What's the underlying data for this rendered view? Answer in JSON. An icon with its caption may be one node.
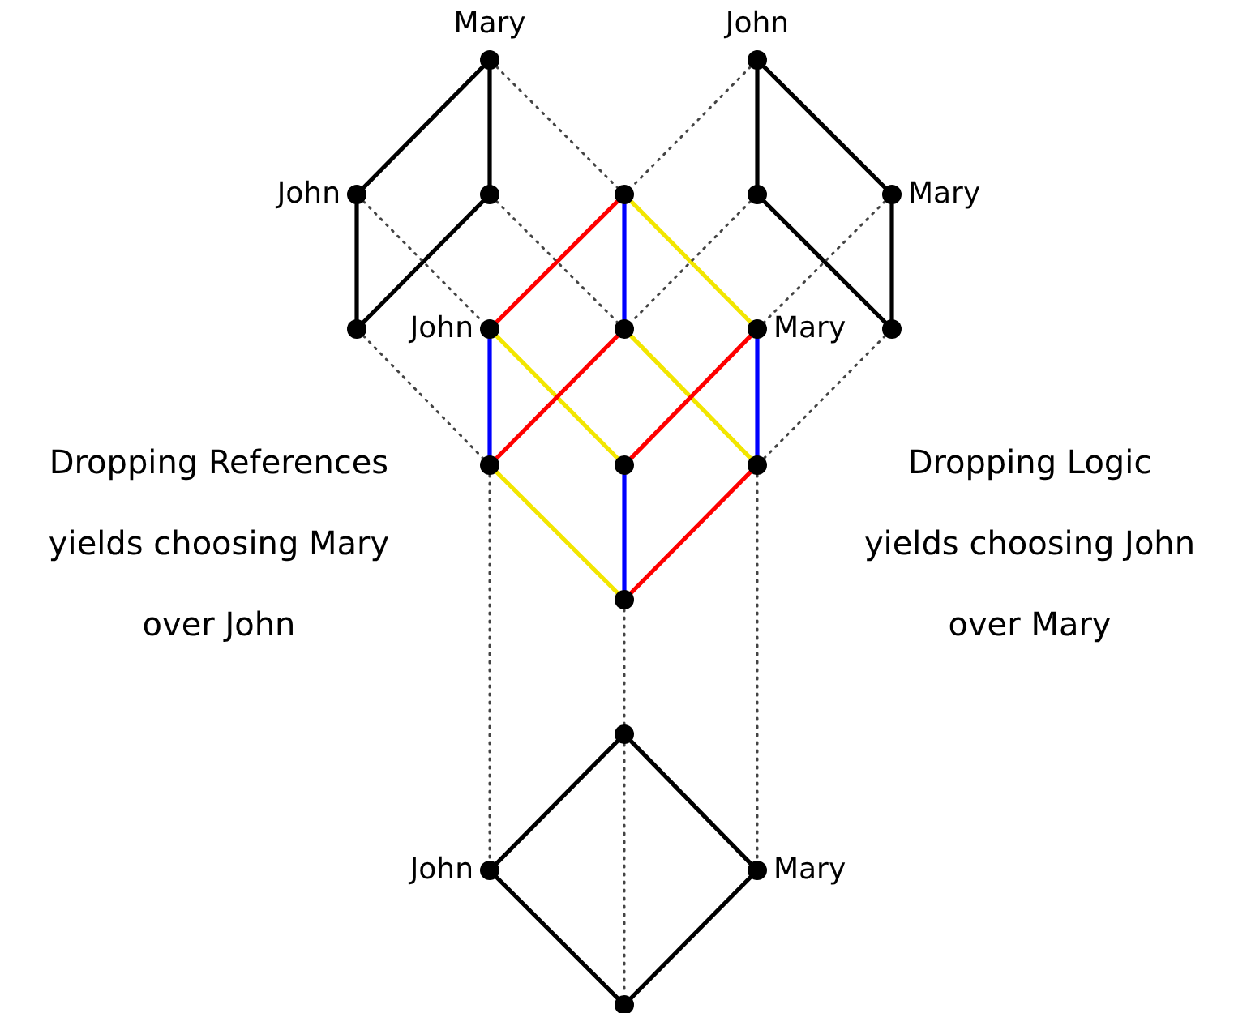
{
  "diagram": {
    "nodes": [
      {
        "text": [],
        "shape": "circle",
        "beside": [
          "Mary"
        ]
      },
      {
        "text": [],
        "shape": "circle",
        "beside": [
          "John"
        ]
      },
      {
        "text": [],
        "shape": "circle",
        "beside": [
          "John"
        ]
      },
      {
        "text": [],
        "shape": "circle"
      },
      {
        "text": [],
        "shape": "circle"
      },
      {
        "text": [],
        "shape": "circle"
      },
      {
        "text": [],
        "shape": "circle",
        "beside": [
          "Mary"
        ]
      },
      {
        "text": [],
        "shape": "circle"
      },
      {
        "text": [],
        "shape": "circle",
        "beside": [
          "John"
        ]
      },
      {
        "text": [],
        "shape": "circle"
      },
      {
        "text": [],
        "shape": "circle",
        "beside": [
          "Mary"
        ]
      },
      {
        "text": [],
        "shape": "circle"
      },
      {
        "text": [],
        "shape": "circle"
      },
      {
        "text": [],
        "shape": "circle"
      },
      {
        "text": [],
        "shape": "circle"
      },
      {
        "text": [],
        "shape": "circle"
      },
      {
        "text": [],
        "shape": "circle"
      },
      {
        "text": [],
        "shape": "circle",
        "beside": [
          "John"
        ]
      },
      {
        "text": [],
        "shape": "circle",
        "beside": [
          "Mary"
        ]
      },
      {
        "text": [],
        "shape": "circle"
      }
    ],
    "edges": [
      {
        "from": 0,
        "to": 2,
        "arrow": "none"
      },
      {
        "from": 0,
        "to": 3,
        "arrow": "none"
      },
      {
        "from": 2,
        "to": 7,
        "arrow": "none"
      },
      {
        "from": 3,
        "to": 7,
        "arrow": "none"
      },
      {
        "from": 1,
        "to": 5,
        "arrow": "none"
      },
      {
        "from": 1,
        "to": 6,
        "arrow": "none"
      },
      {
        "from": 5,
        "to": 11,
        "arrow": "none"
      },
      {
        "from": 6,
        "to": 11,
        "arrow": "none"
      },
      {
        "from": 4,
        "to": 8,
        "arrow": "none",
        "color": "#ff0000"
      },
      {
        "from": 4,
        "to": 9,
        "arrow": "none",
        "color": "#0000ff"
      },
      {
        "from": 4,
        "to": 10,
        "arrow": "none",
        "color": "#f2e600"
      },
      {
        "from": 8,
        "to": 12,
        "arrow": "none",
        "color": "#0000ff"
      },
      {
        "from": 8,
        "to": 13,
        "arrow": "none",
        "color": "#f2e600"
      },
      {
        "from": 9,
        "to": 12,
        "arrow": "none",
        "color": "#ff0000"
      },
      {
        "from": 9,
        "to": 14,
        "arrow": "none",
        "color": "#f2e600"
      },
      {
        "from": 10,
        "to": 13,
        "arrow": "none",
        "color": "#ff0000"
      },
      {
        "from": 10,
        "to": 14,
        "arrow": "none",
        "color": "#0000ff"
      },
      {
        "from": 12,
        "to": 15,
        "arrow": "none",
        "color": "#f2e600"
      },
      {
        "from": 13,
        "to": 15,
        "arrow": "none",
        "color": "#0000ff"
      },
      {
        "from": 14,
        "to": 15,
        "arrow": "none",
        "color": "#ff0000"
      },
      {
        "from": 16,
        "to": 17,
        "arrow": "none"
      },
      {
        "from": 16,
        "to": 18,
        "arrow": "none"
      },
      {
        "from": 17,
        "to": 19,
        "arrow": "none"
      },
      {
        "from": 18,
        "to": 19,
        "arrow": "none"
      },
      {
        "from": 0,
        "to": 4,
        "arrow": "none",
        "style": "dashed"
      },
      {
        "from": 2,
        "to": 8,
        "arrow": "none",
        "style": "dashed"
      },
      {
        "from": 3,
        "to": 9,
        "arrow": "none",
        "style": "dashed"
      },
      {
        "from": 7,
        "to": 12,
        "arrow": "none",
        "style": "dashed"
      },
      {
        "from": 1,
        "to": 4,
        "arrow": "none",
        "style": "dashed"
      },
      {
        "from": 5,
        "to": 9,
        "arrow": "none",
        "style": "dashed"
      },
      {
        "from": 6,
        "to": 10,
        "arrow": "none",
        "style": "dashed"
      },
      {
        "from": 11,
        "to": 14,
        "arrow": "none",
        "style": "dashed"
      },
      {
        "from": 12,
        "to": 17,
        "arrow": "none",
        "style": "dashed"
      },
      {
        "from": 14,
        "to": 18,
        "arrow": "none",
        "style": "dashed"
      },
      {
        "from": 15,
        "to": 16,
        "arrow": "none",
        "style": "dashed"
      },
      {
        "from": 16,
        "to": 19,
        "arrow": "none",
        "style": "dashed"
      }
    ],
    "labels": [
      "Dropping References yields choosing Mary over John",
      "Dropping Logic yields choosing John over Mary"
    ]
  }
}
